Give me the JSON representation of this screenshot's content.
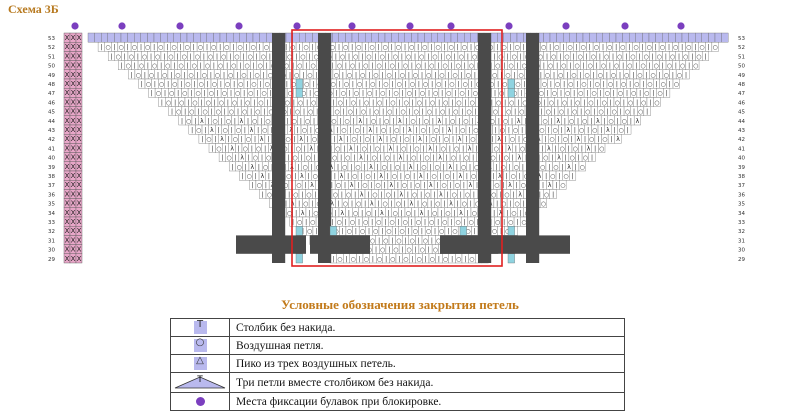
{
  "header": {
    "title": "Схема 3Б"
  },
  "row_numbers": [
    "53",
    "52",
    "51",
    "50",
    "49",
    "48",
    "47",
    "46",
    "45",
    "44",
    "43",
    "42",
    "41",
    "40",
    "39",
    "38",
    "37",
    "36",
    "35",
    "34",
    "33",
    "32",
    "31",
    "30",
    "29"
  ],
  "legend": {
    "title": "Условные обозначения закрытия петель",
    "items": [
      {
        "symbol": "T",
        "icon": "single-crochet-symbol",
        "label": "Столбик без накида."
      },
      {
        "symbol": "○",
        "icon": "chain-stitch-symbol",
        "label": "Воздушная петля."
      },
      {
        "symbol": "△",
        "icon": "picot-symbol",
        "label": "Пико из трех воздушных петель."
      },
      {
        "symbol": "⋀",
        "icon": "three-together-symbol",
        "label": "Три петли вместе столбиком без накида."
      },
      {
        "symbol": "●",
        "icon": "pin-marker-symbol",
        "label": "Места фиксации булавок при блокировке."
      }
    ]
  },
  "colors": {
    "accent_title": "#b7791f",
    "purple_cell": "#b9b9ee",
    "dark_column": "#4a4a4a",
    "pink_border": "#e8a6c8",
    "cyan_cell": "#8fd3e0",
    "red_frame": "#e02020",
    "pin_dot": "#7b3fbf"
  }
}
